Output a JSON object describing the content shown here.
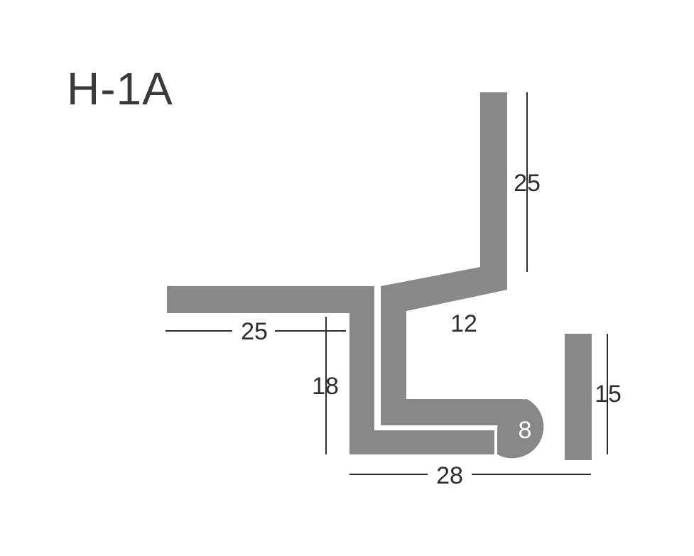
{
  "title": "H-1A",
  "colors": {
    "profile": "#888888",
    "dimension": "#2e2e2e",
    "background": "#ffffff"
  },
  "dimensions": {
    "top_vertical": "25",
    "left_flange": "25",
    "slant": "12",
    "depth": "18",
    "bead": "8",
    "side_bar": "15",
    "bottom_width": "28"
  }
}
